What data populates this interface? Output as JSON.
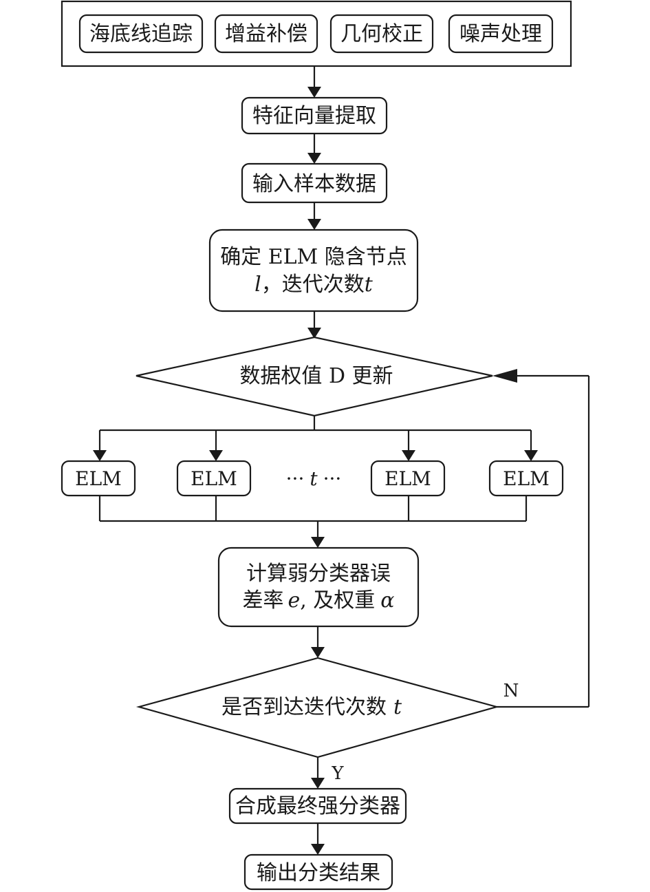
{
  "preprocess": {
    "items": [
      "海底线追踪",
      "增益补偿",
      "几何校正",
      "噪声处理"
    ]
  },
  "steps": {
    "feature_extraction": "特征向量提取",
    "input_samples": "输入样本数据",
    "determine_line1": "确定 ELM 隐含节点",
    "determine_line2_var": "l",
    "determine_line2_mid": "，迭代次数",
    "determine_line2_var2": "t",
    "weight_update": "数据权值 D 更新",
    "elm_label": "ELM",
    "ellipsis_left": "···",
    "ellipsis_var": "t",
    "ellipsis_right": "···",
    "calc_line1": "计算弱分类器误",
    "calc_line2_a": "差率",
    "calc_line2_var": "e",
    "calc_line2_b": ", 及权重",
    "calc_line2_var2": "α",
    "iteration_check": "是否到达迭代次数",
    "iteration_check_var": "t",
    "label_no": "N",
    "label_yes": "Y",
    "combine": "合成最终强分类器",
    "output": "输出分类结果"
  }
}
